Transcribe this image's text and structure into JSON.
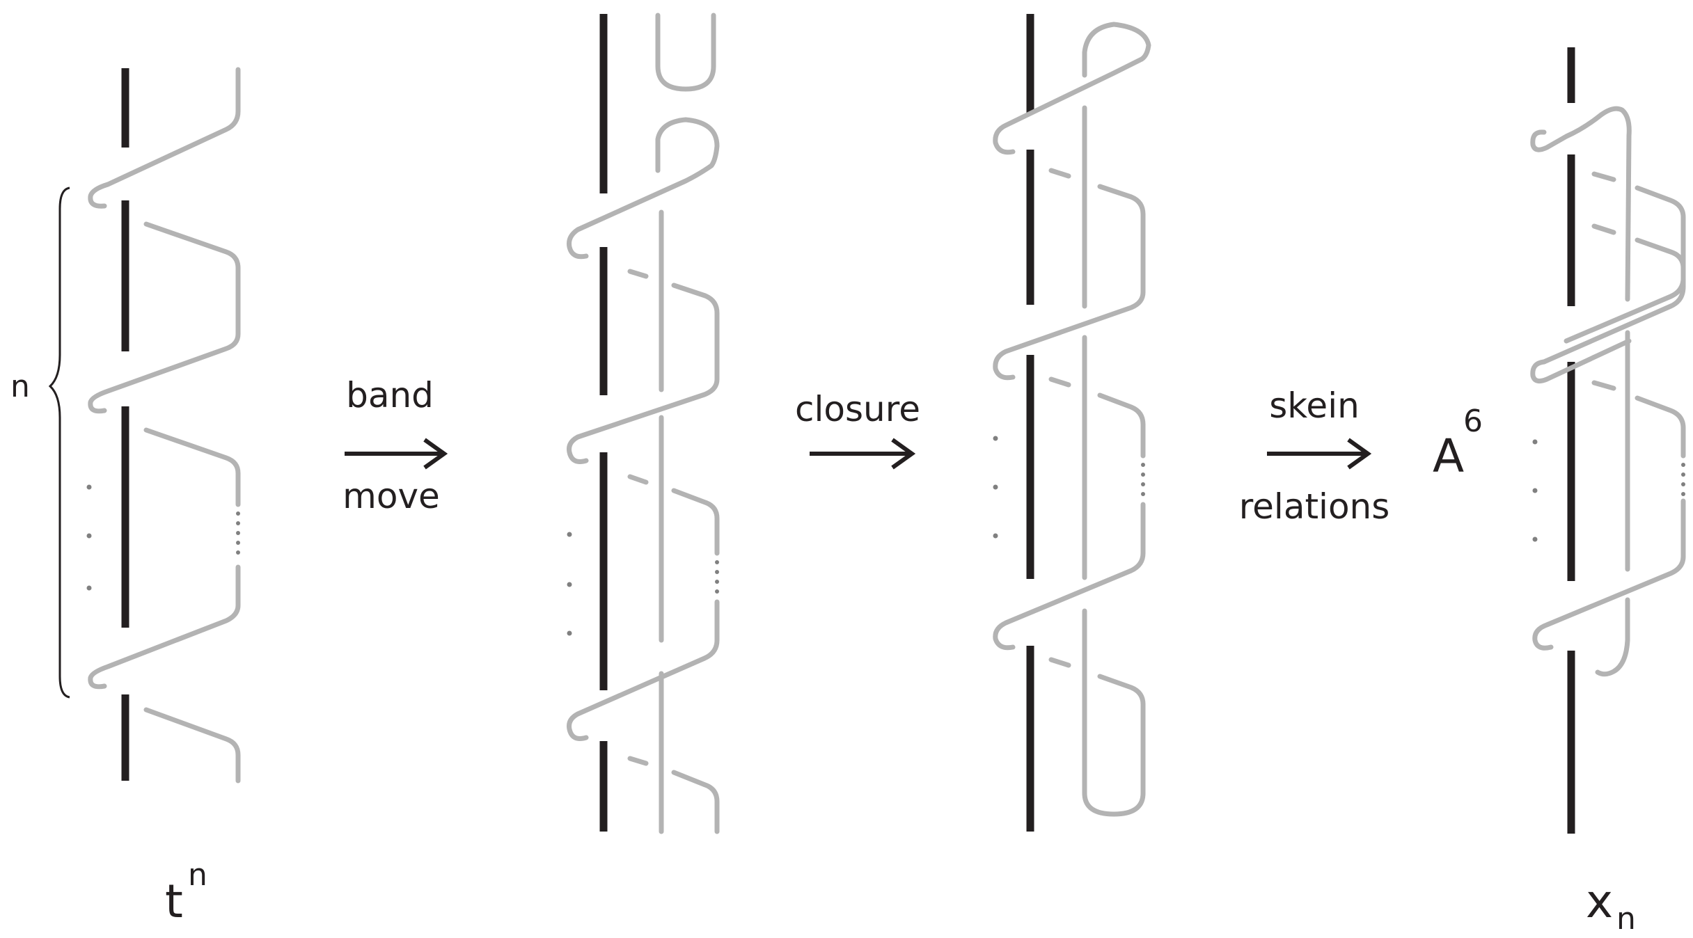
{
  "labels": {
    "n": "n",
    "t_base": "t",
    "t_exp": "n",
    "band": "band",
    "move": "move",
    "closure": "closure",
    "skein": "skein",
    "relations": "relations",
    "A_base": "A",
    "A_exp": "6",
    "x_base": "x",
    "x_sub": "n"
  },
  "colors": {
    "ink": "#231f20",
    "strand_gray": "#b3b3b3",
    "dots": "#808080"
  }
}
